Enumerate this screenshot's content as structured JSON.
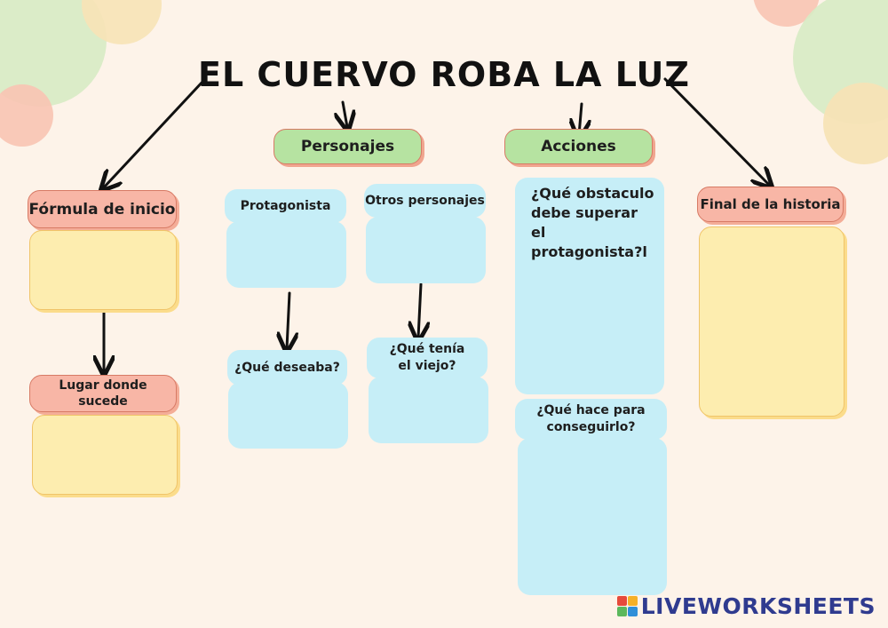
{
  "title": "EL CUERVO ROBA LA LUZ",
  "colors": {
    "background": "#fdf3e9",
    "green": "#b6e3a1",
    "salmon": "#f8b6a6",
    "blue": "#c6eef7",
    "yellow": "#fdedaf",
    "brand": "#2f3b8f"
  },
  "nodes": {
    "personajes": "Personajes",
    "acciones": "Acciones",
    "formula_inicio": "Fórmula de inicio",
    "lugar": "Lugar donde sucede",
    "protagonista": "Protagonista",
    "otros_personajes": "Otros personajes",
    "que_deseaba": "¿Qué deseaba?",
    "que_tenia": "¿Qué tenía el viejo?",
    "obstaculo": "¿Qué obstaculo debe superar el protagonista?l",
    "que_hace": "¿Qué hace para conseguirlo?",
    "final": "Final de la historia"
  },
  "answers": {
    "formula_inicio": "",
    "lugar": "",
    "protagonista": "",
    "otros_personajes": "",
    "que_deseaba": "",
    "que_tenia": "",
    "obstaculo": "",
    "que_hace": "",
    "final": ""
  },
  "logo": {
    "text": "LIVEWORKSHEETS",
    "icon": "liveworksheets-logo-icon"
  }
}
